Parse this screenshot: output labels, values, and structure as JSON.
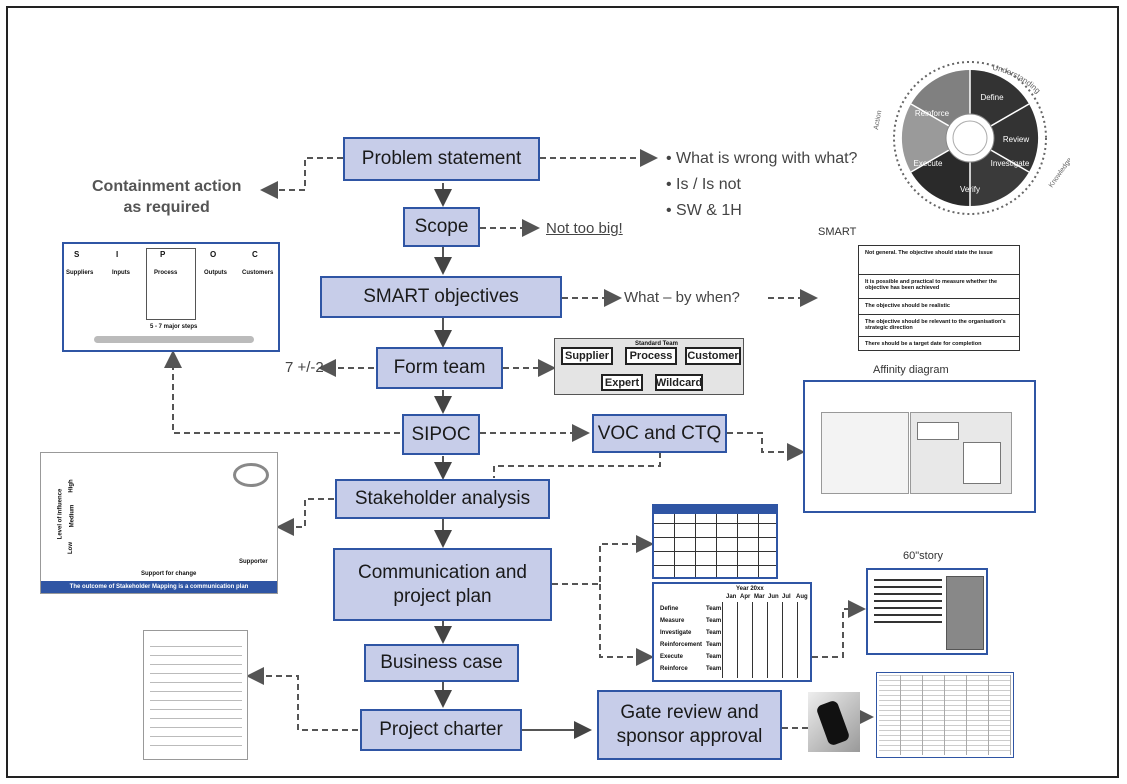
{
  "steps": {
    "problem": "Problem statement",
    "scope": "Scope",
    "smart": "SMART objectives",
    "team": "Form team",
    "sipoc": "SIPOC",
    "voc": "VOC and CTQ",
    "stakeholder": "Stakeholder analysis",
    "comm_line1": "Communication and",
    "comm_line2": "project plan",
    "business": "Business case",
    "charter": "Project charter",
    "gate_line1": "Gate review and",
    "gate_line2": "sponsor approval"
  },
  "notes": {
    "containment_line1": "Containment action",
    "containment_line2": "as required",
    "not_too_big": "Not too big!",
    "what_by_when": "What – by when?",
    "seven": "7 +/-2",
    "bullets": [
      "• What is wrong with what?",
      "• Is / Is not",
      "• SW & 1H"
    ]
  },
  "labels": {
    "smart": "SMART",
    "affinity": "Affinity diagram",
    "story": "60\"story"
  },
  "wheel": {
    "segments": [
      "Define",
      "Review",
      "Investigate",
      "Verify",
      "Execute",
      "Reinforce"
    ],
    "arc_top": "Understanding",
    "arc_right": "Knowledge",
    "arc_left": "Action"
  },
  "team_diagram": {
    "title": "Standard Team",
    "supplier": "Supplier",
    "process": "Process",
    "customer": "Customer",
    "expert": "Expert",
    "wildcard": "Wildcard"
  },
  "sipoc_thumb": {
    "letters": [
      "S",
      "I",
      "P",
      "O",
      "C"
    ],
    "headers": [
      "Suppliers",
      "Inputs",
      "Process",
      "Outputs",
      "Customers"
    ],
    "steps_caption": "5 - 7 major steps"
  },
  "stakeholder_thumb": {
    "y_high": "High",
    "y_medium": "Medium",
    "y_low": "Low",
    "y_axis": "Level of influence",
    "x_axis": "Support for change",
    "x_right": "Supporter",
    "caption": "The outcome of Stakeholder Mapping is a communication plan"
  },
  "smart_table": [
    "Not general. The objective should state the issue",
    "It is possible and practical to measure whether the objective has been achieved",
    "The objective should be realistic",
    "The objective should be relevant to the organisation's strategic direction",
    "There should be a target date for completion"
  ],
  "plan_thumb": {
    "header": "Year 20xx",
    "tasks": [
      "Define",
      "Measure",
      "Investigate",
      "Reinforcement",
      "Execute",
      "Reinforce"
    ],
    "who": [
      "Team",
      "Team",
      "Team",
      "Team",
      "Team",
      "Team"
    ],
    "months": [
      "Jan",
      "Apr",
      "Mar",
      "Jun",
      "Jul",
      "Aug"
    ]
  }
}
